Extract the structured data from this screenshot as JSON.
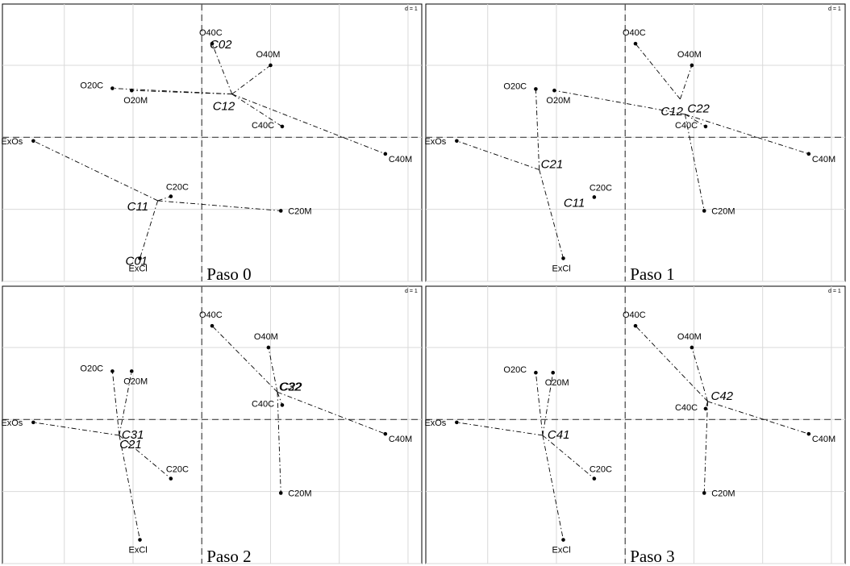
{
  "colors": {
    "point_blue": "#1a237e",
    "point_green": "#33691e",
    "point_black": "#000000",
    "grid": "#d9d9d9"
  },
  "chart_data": [
    {
      "type": "scatter",
      "title": "Paso 0",
      "scale_label": "d = 1",
      "xlim": [
        -2.9,
        3.2
      ],
      "ylim": [
        -2.0,
        1.85
      ],
      "grid_step": 1,
      "points": [
        {
          "label": "O40C",
          "x": 0.15,
          "y": 1.3,
          "color": "#000000"
        },
        {
          "label": "O40M",
          "x": 1.0,
          "y": 1.0,
          "color": "#000000"
        },
        {
          "label": "O20C",
          "x": -1.3,
          "y": 0.68,
          "color": "#000000"
        },
        {
          "label": "O20M",
          "x": -1.02,
          "y": 0.65,
          "color": "#000000"
        },
        {
          "label": "C40C",
          "x": 1.17,
          "y": 0.15,
          "color": "#000000"
        },
        {
          "label": "C40M",
          "x": 2.67,
          "y": -0.23,
          "color": "#000000"
        },
        {
          "label": "ExOs",
          "x": -2.45,
          "y": -0.05,
          "color": "#1a237e"
        },
        {
          "label": "C20C",
          "x": -0.45,
          "y": -0.82,
          "color": "#000000"
        },
        {
          "label": "C20M",
          "x": 1.15,
          "y": -1.02,
          "color": "#1a237e"
        },
        {
          "label": "ExCl",
          "x": -0.9,
          "y": -1.68,
          "color": "#000000"
        }
      ],
      "centroids": [
        {
          "label": "C02",
          "x": 0.15,
          "y": 1.3,
          "members": []
        },
        {
          "label": "C12",
          "x": 0.44,
          "y": 0.6,
          "members": [
            "O40C",
            "O40M",
            "O20C",
            "O20M",
            "C40C",
            "C40M"
          ]
        },
        {
          "label": "C11",
          "x": -0.64,
          "y": -0.88,
          "members": [
            "ExOs",
            "C20C",
            "C20M",
            "ExCl"
          ]
        },
        {
          "label": "C01",
          "x": -0.9,
          "y": -1.68,
          "members": []
        }
      ]
    },
    {
      "type": "scatter",
      "title": "Paso 1",
      "scale_label": "d = 1",
      "xlim": [
        -2.9,
        3.2
      ],
      "ylim": [
        -2.0,
        1.85
      ],
      "grid_step": 1,
      "points": [
        {
          "label": "O40C",
          "x": 0.15,
          "y": 1.3,
          "color": "#000000"
        },
        {
          "label": "O40M",
          "x": 0.97,
          "y": 1.0,
          "color": "#33691e"
        },
        {
          "label": "O20C",
          "x": -1.3,
          "y": 0.67,
          "color": "#1a237e"
        },
        {
          "label": "O20M",
          "x": -1.03,
          "y": 0.65,
          "color": "#000000"
        },
        {
          "label": "C40C",
          "x": 1.17,
          "y": 0.15,
          "color": "#000000"
        },
        {
          "label": "C40M",
          "x": 2.67,
          "y": -0.23,
          "color": "#000000"
        },
        {
          "label": "ExOs",
          "x": -2.45,
          "y": -0.05,
          "color": "#1a237e"
        },
        {
          "label": "C20C",
          "x": -0.45,
          "y": -0.83,
          "color": "#1a237e"
        },
        {
          "label": "C20M",
          "x": 1.15,
          "y": -1.02,
          "color": "#000000"
        },
        {
          "label": "ExCl",
          "x": -0.9,
          "y": -1.68,
          "color": "#1a237e"
        }
      ],
      "centroids": [
        {
          "label": "C12",
          "x": 0.8,
          "y": 0.53,
          "members": [
            "O40C",
            "O40M"
          ]
        },
        {
          "label": "C22",
          "x": 0.87,
          "y": 0.32,
          "members": [
            "O20M",
            "C40C",
            "C40M",
            "C20M"
          ]
        },
        {
          "label": "C21",
          "x": -1.25,
          "y": -0.45,
          "members": [
            "O20C",
            "ExOs",
            "ExCl"
          ]
        },
        {
          "label": "C11",
          "x": -0.45,
          "y": -0.83,
          "members": []
        }
      ]
    },
    {
      "type": "scatter",
      "title": "Paso 2",
      "scale_label": "d = 1",
      "xlim": [
        -2.9,
        3.2
      ],
      "ylim": [
        -2.0,
        1.85
      ],
      "grid_step": 1,
      "points": [
        {
          "label": "O40C",
          "x": 0.15,
          "y": 1.3,
          "color": "#000000"
        },
        {
          "label": "O40M",
          "x": 0.97,
          "y": 1.0,
          "color": "#000000"
        },
        {
          "label": "O20C",
          "x": -1.3,
          "y": 0.67,
          "color": "#000000"
        },
        {
          "label": "O20M",
          "x": -1.02,
          "y": 0.67,
          "color": "#1a237e"
        },
        {
          "label": "C40C",
          "x": 1.17,
          "y": 0.2,
          "color": "#33691e"
        },
        {
          "label": "C40M",
          "x": 2.67,
          "y": -0.2,
          "color": "#33691e"
        },
        {
          "label": "ExOs",
          "x": -2.45,
          "y": -0.04,
          "color": "#1a237e"
        },
        {
          "label": "C20C",
          "x": -0.45,
          "y": -0.82,
          "color": "#000000"
        },
        {
          "label": "C20M",
          "x": 1.15,
          "y": -1.02,
          "color": "#000000"
        },
        {
          "label": "ExCl",
          "x": -0.9,
          "y": -1.67,
          "color": "#000000"
        }
      ],
      "centroids": [
        {
          "label": "C22",
          "x": 1.1,
          "y": 0.38,
          "members": []
        },
        {
          "label": "C32",
          "x": 1.1,
          "y": 0.38,
          "members": [
            "O40C",
            "O40M",
            "C40C",
            "C40M",
            "C20M"
          ]
        },
        {
          "label": "C31",
          "x": -1.2,
          "y": -0.22,
          "members": [
            "O20C",
            "O20M",
            "ExOs",
            "C20C",
            "ExCl"
          ]
        },
        {
          "label": "C21",
          "x": -1.22,
          "y": -0.42,
          "members": []
        }
      ]
    },
    {
      "type": "scatter",
      "title": "Paso 3",
      "scale_label": "d = 1",
      "xlim": [
        -2.9,
        3.2
      ],
      "ylim": [
        -2.0,
        1.85
      ],
      "grid_step": 1,
      "points": [
        {
          "label": "O40C",
          "x": 0.15,
          "y": 1.3,
          "color": "#33691e"
        },
        {
          "label": "O40M",
          "x": 0.97,
          "y": 1.0,
          "color": "#000000"
        },
        {
          "label": "O20C",
          "x": -1.3,
          "y": 0.65,
          "color": "#1a237e"
        },
        {
          "label": "O20M",
          "x": -1.05,
          "y": 0.65,
          "color": "#1a237e"
        },
        {
          "label": "C40C",
          "x": 1.17,
          "y": 0.15,
          "color": "#000000"
        },
        {
          "label": "C40M",
          "x": 2.67,
          "y": -0.2,
          "color": "#000000"
        },
        {
          "label": "ExOs",
          "x": -2.45,
          "y": -0.04,
          "color": "#1a237e"
        },
        {
          "label": "C20C",
          "x": -0.45,
          "y": -0.82,
          "color": "#1a237e"
        },
        {
          "label": "C20M",
          "x": 1.15,
          "y": -1.02,
          "color": "#000000"
        },
        {
          "label": "ExCl",
          "x": -0.9,
          "y": -1.67,
          "color": "#1a237e"
        }
      ],
      "centroids": [
        {
          "label": "C42",
          "x": 1.2,
          "y": 0.25,
          "members": [
            "O40C",
            "O40M",
            "C40C",
            "C40M",
            "C20M"
          ]
        },
        {
          "label": "C41",
          "x": -1.2,
          "y": -0.22,
          "members": [
            "O20C",
            "O20M",
            "ExOs",
            "C20C",
            "ExCl"
          ]
        }
      ]
    }
  ]
}
